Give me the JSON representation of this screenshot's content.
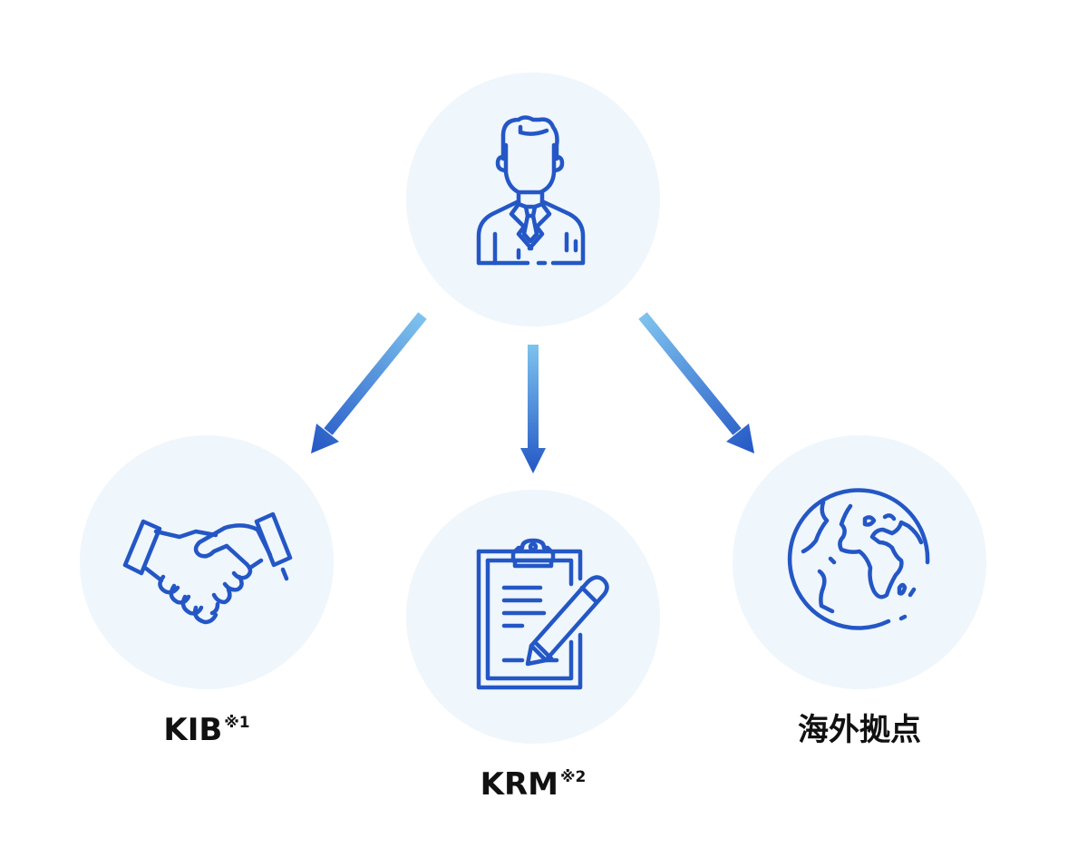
{
  "colors": {
    "circle_fill": "#eff6fc",
    "icon_stroke": "#2457c5",
    "arrow_start": "#7ec3ee",
    "arrow_end": "#2457c5",
    "label_text": "#111111"
  },
  "nodes": {
    "top": {
      "icon": "businessman-icon"
    },
    "left": {
      "icon": "handshake-icon",
      "label": "KIB",
      "note": "※1"
    },
    "center": {
      "icon": "clipboard-pen-icon",
      "label": "KRM",
      "note": "※2"
    },
    "right": {
      "icon": "globe-icon",
      "label": "海外拠点"
    }
  },
  "edges": [
    {
      "from": "top",
      "to": "left"
    },
    {
      "from": "top",
      "to": "center"
    },
    {
      "from": "top",
      "to": "right"
    }
  ]
}
